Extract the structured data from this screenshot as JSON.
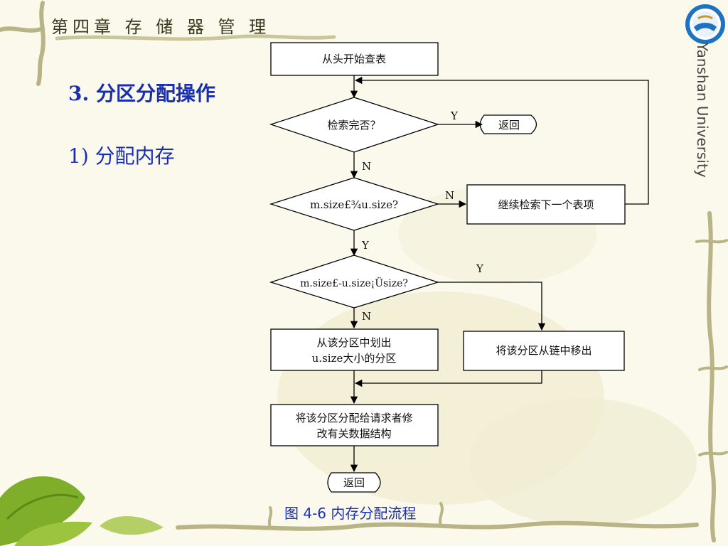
{
  "header": {
    "chapter_title": "第四章 存 储 器 管 理"
  },
  "section": {
    "heading": "3. 分区分配操作",
    "subheading": "1) 分配内存"
  },
  "side_text": "Yanshan University",
  "diagram": {
    "nodes": {
      "start": "从头开始查表",
      "check_done": "检索完否？",
      "return_top": "返回",
      "size_check": "m.size£¾u.size?",
      "continue": "继续检索下一个表项",
      "diff_check": "m.size£-u.size¡Üsize?",
      "split_1": "从该分区中划出",
      "split_2": "u.size大小的分区",
      "remove": "将该分区从链中移出",
      "assign_1": "将该分区分配给请求者修",
      "assign_2": "改有关数据结构",
      "return_bottom": "返回"
    },
    "labels": {
      "yes": "Y",
      "no": "N"
    }
  },
  "caption": "图 4-6 内存分配流程",
  "colors": {
    "heading": "#1a2fb0",
    "leaf": "#7fae2a",
    "vine": "#b8b486",
    "background": "#fbf9ec"
  }
}
